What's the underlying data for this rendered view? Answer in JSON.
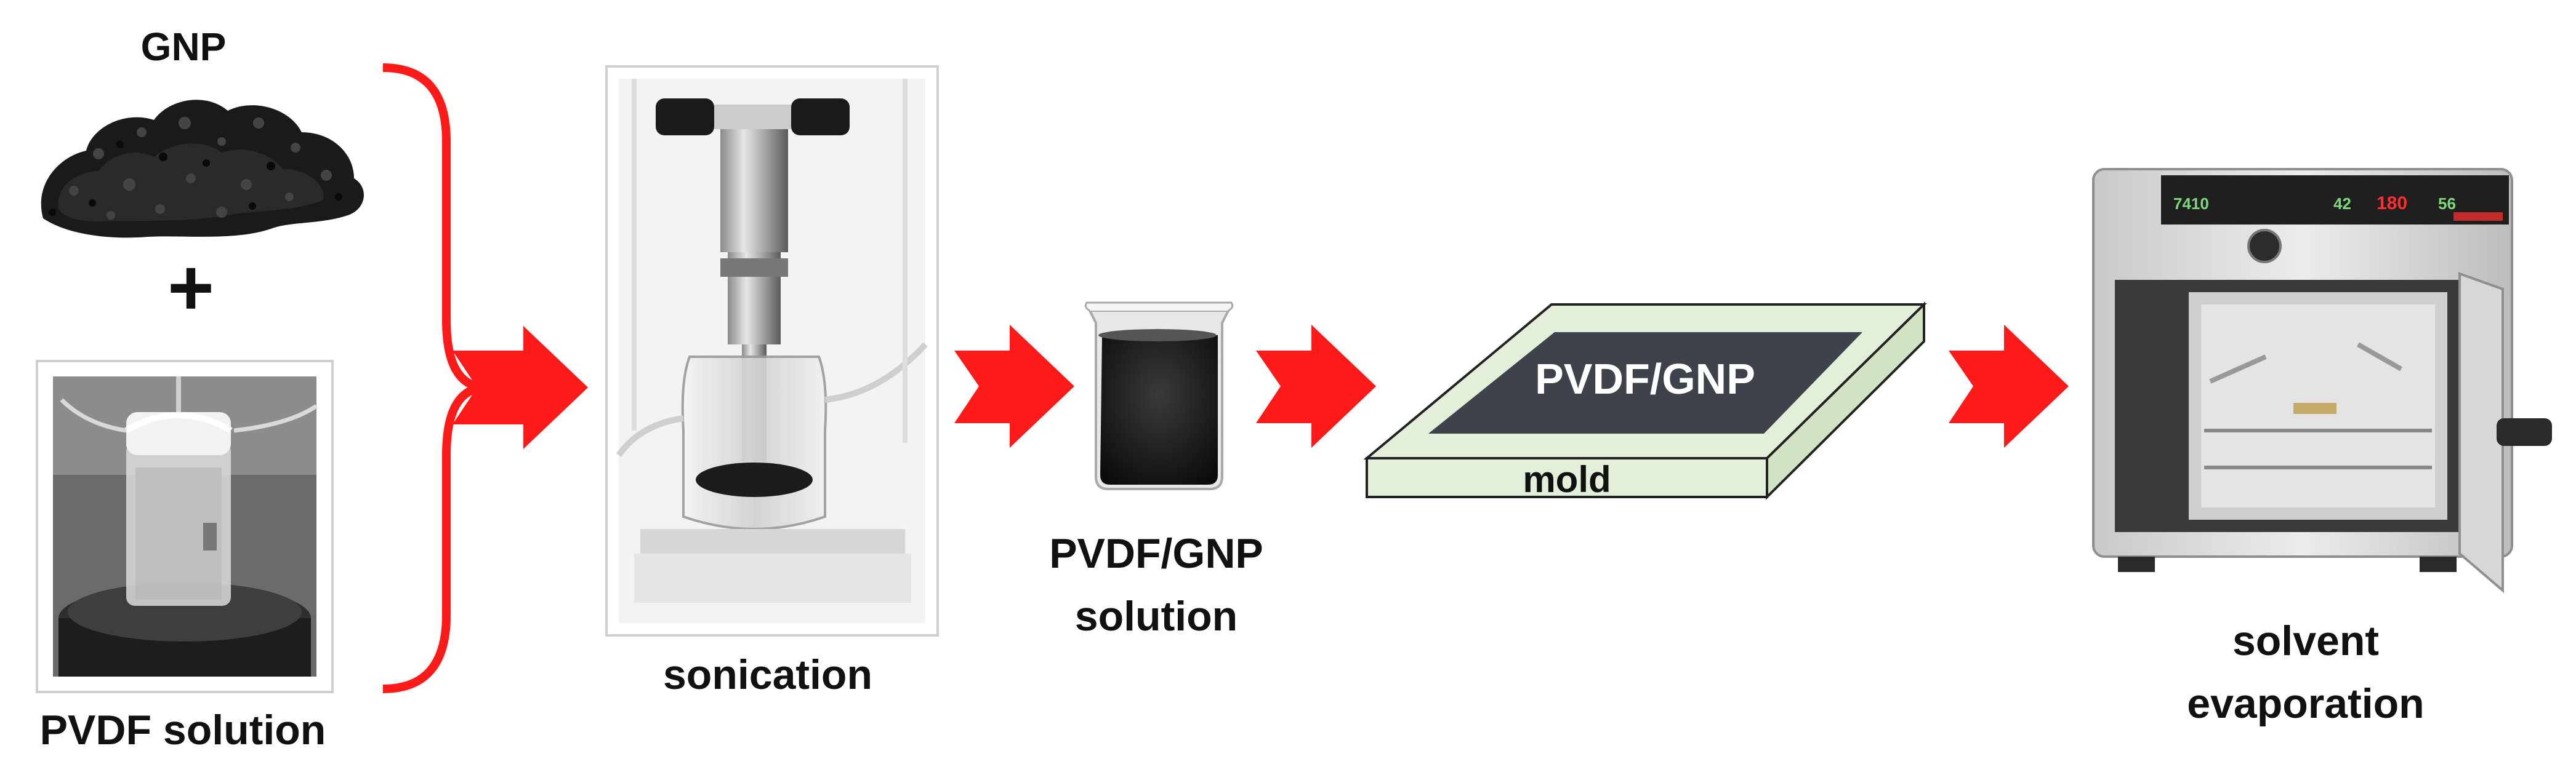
{
  "labels": {
    "gnp": "GNP",
    "plus": "+",
    "pvdf_solution": "PVDF solution",
    "sonication": "sonication",
    "pvdf_gnp_solution_line1": "PVDF/GNP",
    "pvdf_gnp_solution_line2": "solution",
    "film": "PVDF/GNP",
    "mold": "mold",
    "solvent_line1": "solvent",
    "solvent_line2": "evaporation"
  },
  "oven_display": {
    "left": "7410",
    "mid": "42",
    "red": "180",
    "right": "56"
  },
  "colors": {
    "arrow": "#ff1a1a",
    "mold_fill": "#e3efd9",
    "mold_side": "#d2e3c3",
    "mold_border": "#222222",
    "film": "#3d424b",
    "text": "#111111",
    "film_text": "#ffffff",
    "display_red": "#ff2d2d",
    "display_green": "#7dd87d"
  },
  "icons": [
    "gnp-powder-image",
    "pvdf-solution-photo",
    "sonication-photo",
    "beaker-image",
    "mold-schematic",
    "oven-image"
  ]
}
